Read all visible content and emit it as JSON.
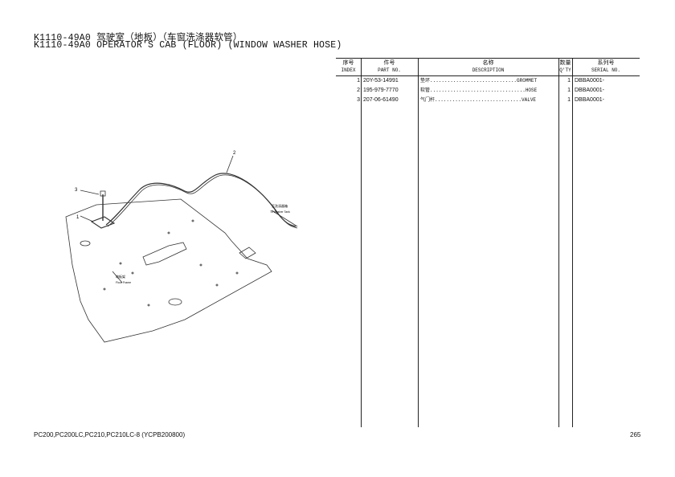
{
  "title_cn": "K1110-49A0 驾驶室（地板）（车窗洗涤器软管）",
  "title_en": "K1110-49A0 OPERATOR'S CAB (FLOOR) (WINDOW WASHER HOSE)",
  "table": {
    "headers": {
      "index": {
        "cn": "序号",
        "en": "INDEX"
      },
      "part": {
        "cn": "件号",
        "en": "PART NO."
      },
      "name": {
        "cn": "名称",
        "en": "DESCRIPTION"
      },
      "qty": {
        "cn": "数量",
        "en": "Q'TY"
      },
      "serial": {
        "cn": "系列号",
        "en": "SERIAL NO."
      }
    },
    "rows": [
      {
        "index": "1",
        "part": "20Y-53-14991",
        "name": "垫环..............................GROMMET",
        "qty": "1",
        "serial": "DBBA0001-"
      },
      {
        "index": "2",
        "part": "195-979-7770",
        "name": "软管.................................HOSE",
        "qty": "1",
        "serial": "DBBA0001-"
      },
      {
        "index": "3",
        "part": "207-06-61490",
        "name": "气门杆..............................VALVE",
        "qty": "1",
        "serial": "DBBA0001-"
      }
    ]
  },
  "diagram": {
    "callouts": [
      "1",
      "2",
      "3"
    ],
    "tank_label_cn": "至洗涤器箱",
    "tank_label_en": "To Washer Tank",
    "floor_label_cn": "地板架",
    "floor_label_en": "Floor Frame"
  },
  "footer": {
    "models": "PC200,PC200LC,PC210,PC210LC-8 (YCPB200800)",
    "page": "265"
  }
}
